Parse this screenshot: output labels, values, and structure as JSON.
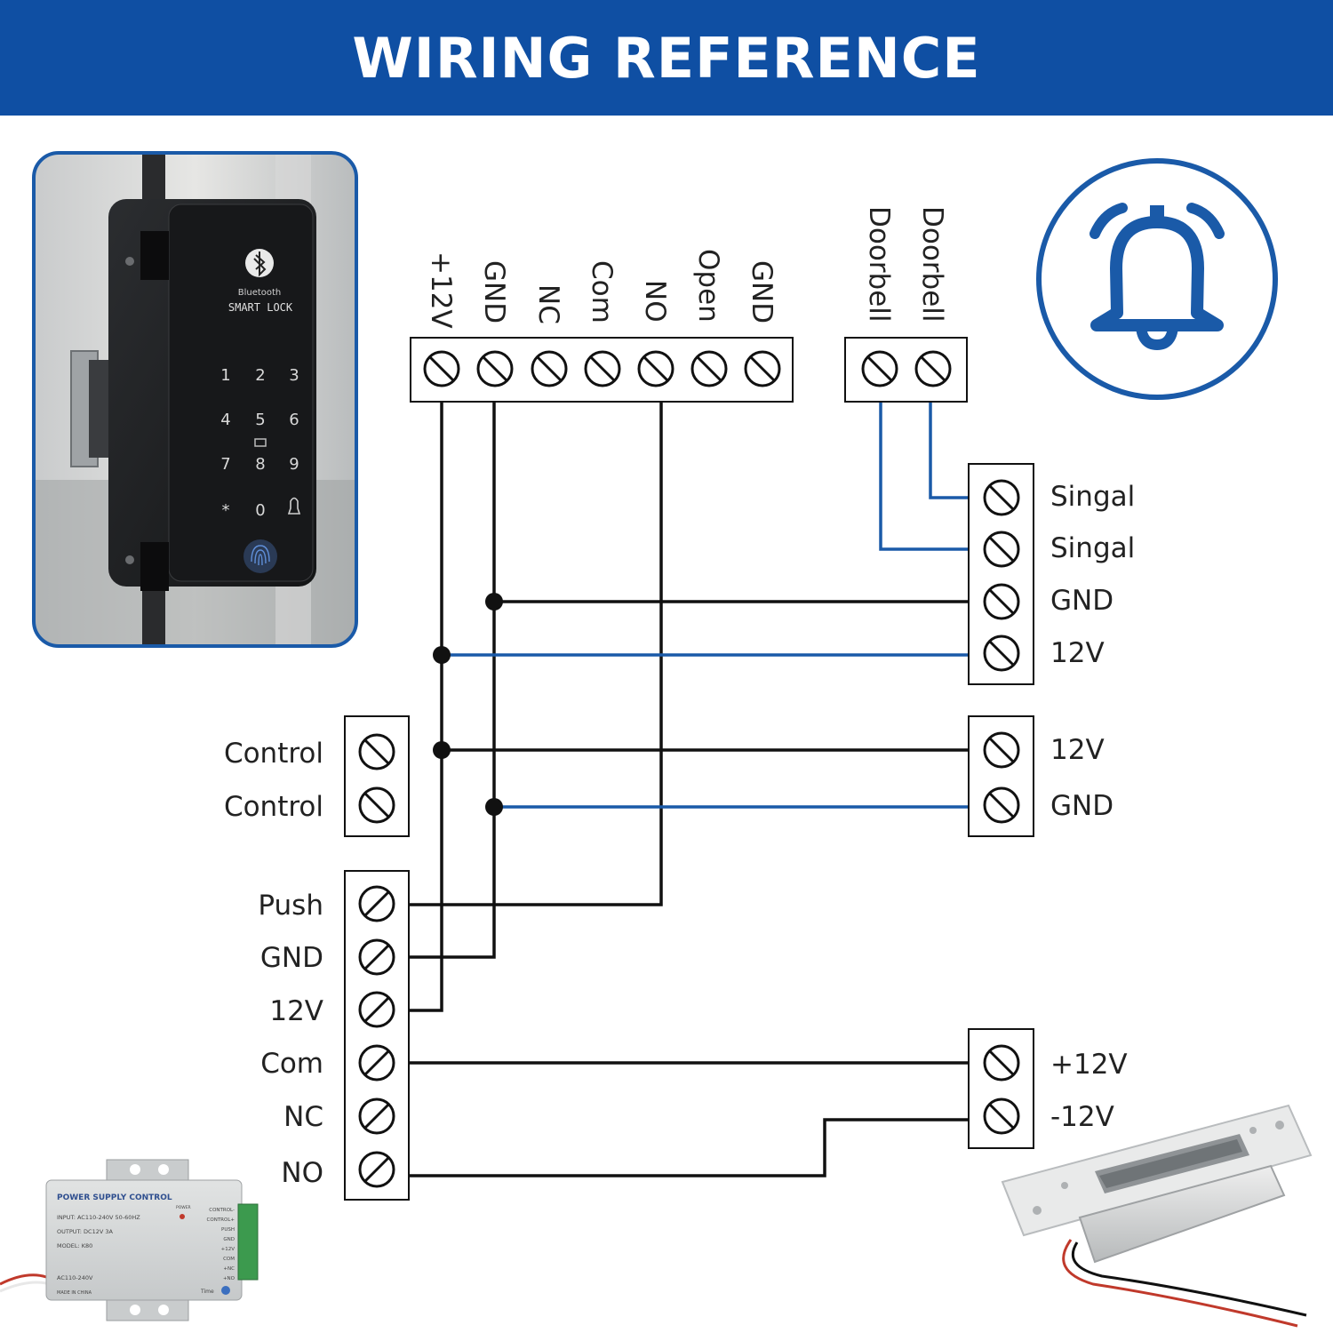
{
  "header": {
    "title": "WIRING REFERENCE"
  },
  "lock_photo": {
    "brand": "Bluetooth",
    "model": "SMART LOCK",
    "keypad": [
      "1",
      "2",
      "3",
      "4",
      "5",
      "6",
      "7",
      "8",
      "9",
      "*",
      "0"
    ]
  },
  "lock_terminal": {
    "labels": [
      "+12V",
      "GND",
      "NC",
      "Com",
      "NO",
      "Open",
      "GND"
    ]
  },
  "doorbell_terminal": {
    "labels": [
      "Doorbell",
      "Doorbell"
    ]
  },
  "doorbell_block": {
    "labels": [
      "Singal",
      "Singal",
      "GND",
      "12V"
    ]
  },
  "power_block": {
    "labels": [
      "12V",
      "GND"
    ]
  },
  "control_block": {
    "labels": [
      "Control",
      "Control"
    ]
  },
  "controller_block": {
    "labels": [
      "Push",
      "GND",
      "12V",
      "Com",
      "NC",
      "NO"
    ]
  },
  "strike_block": {
    "labels": [
      "+12V",
      "-12V"
    ]
  },
  "power_supply_photo": {
    "title": "POWER SUPPLY CONTROL",
    "input": "INPUT: AC110-240V 50-60HZ",
    "output": "OUTPUT: DC12V 3A",
    "model": "MODEL: K80",
    "ac": "AC110-240V",
    "made": "MADE IN CHINA",
    "power": "POWER",
    "time": "Time",
    "terminals": [
      "CONTROL-",
      "CONTROL+",
      "PUSH",
      "GND",
      "+12V",
      "COM",
      "+NC",
      "+NO"
    ]
  },
  "colors": {
    "header": "#0f4fa3",
    "blue_wire": "#1a5aa8",
    "black_wire": "#111111"
  },
  "icons": {
    "bell": "bell-icon"
  }
}
